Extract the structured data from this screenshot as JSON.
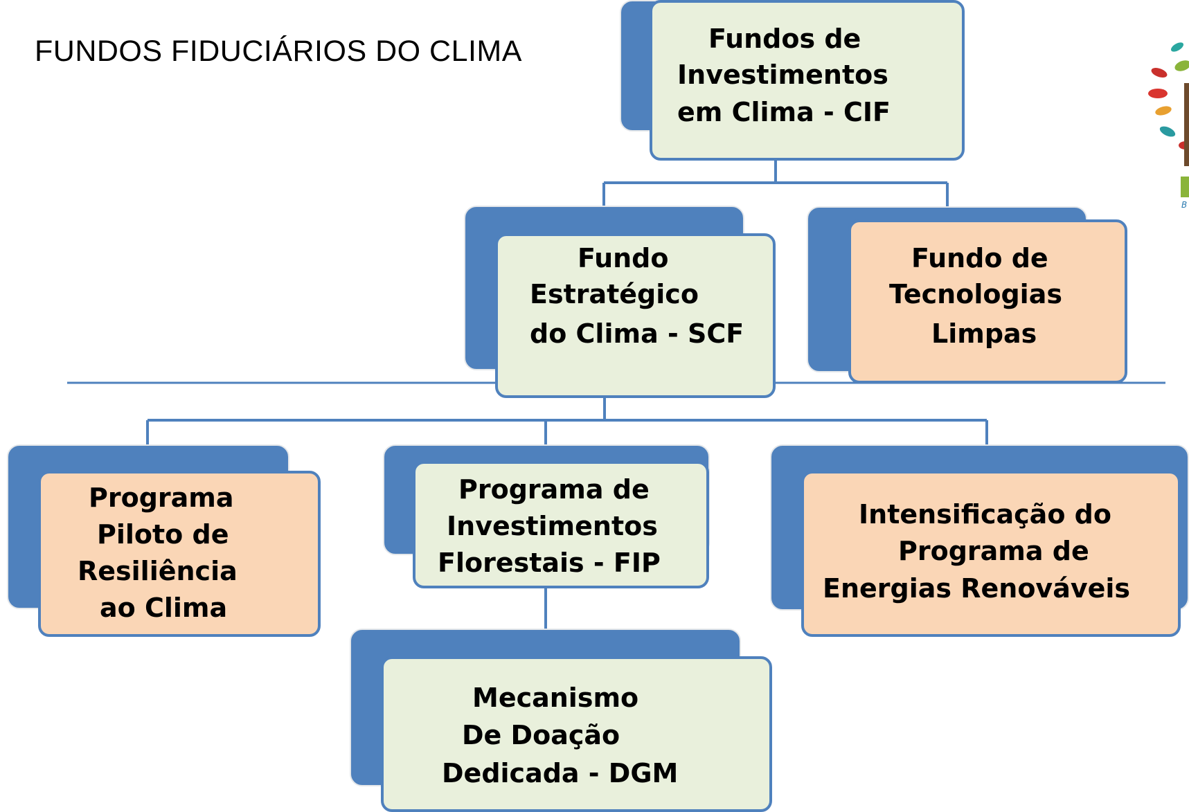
{
  "page": {
    "title": "FUNDOS FIDUCIÁRIOS DO CLIMA"
  },
  "colors": {
    "accent_blue": "#4f81bd",
    "box_green": "#e9f0dc",
    "box_peach": "#fad6b6"
  },
  "nodes": {
    "cif": {
      "lines": [
        "Fundos de",
        "Investimentos",
        "em Clima - CIF"
      ]
    },
    "scf": {
      "lines": [
        "Fundo",
        "Estratégico",
        "do Clima - SCF"
      ]
    },
    "ctf": {
      "lines": [
        "Fundo de",
        "Tecnologias",
        "Limpas"
      ]
    },
    "ppcr": {
      "lines": [
        "Programa",
        "Piloto de",
        "Resiliência",
        "ao Clima"
      ]
    },
    "fip": {
      "lines": [
        "Programa de",
        "Investimentos",
        "Florestais - FIP"
      ]
    },
    "srep": {
      "lines": [
        "Intensificação do",
        "Programa de",
        "Energias Renováveis"
      ]
    },
    "dgm": {
      "lines": [
        "Mecanismo",
        "De Doação",
        "Dedicada - DGM"
      ]
    }
  },
  "logo": {
    "name": "tree-logo-icon"
  }
}
